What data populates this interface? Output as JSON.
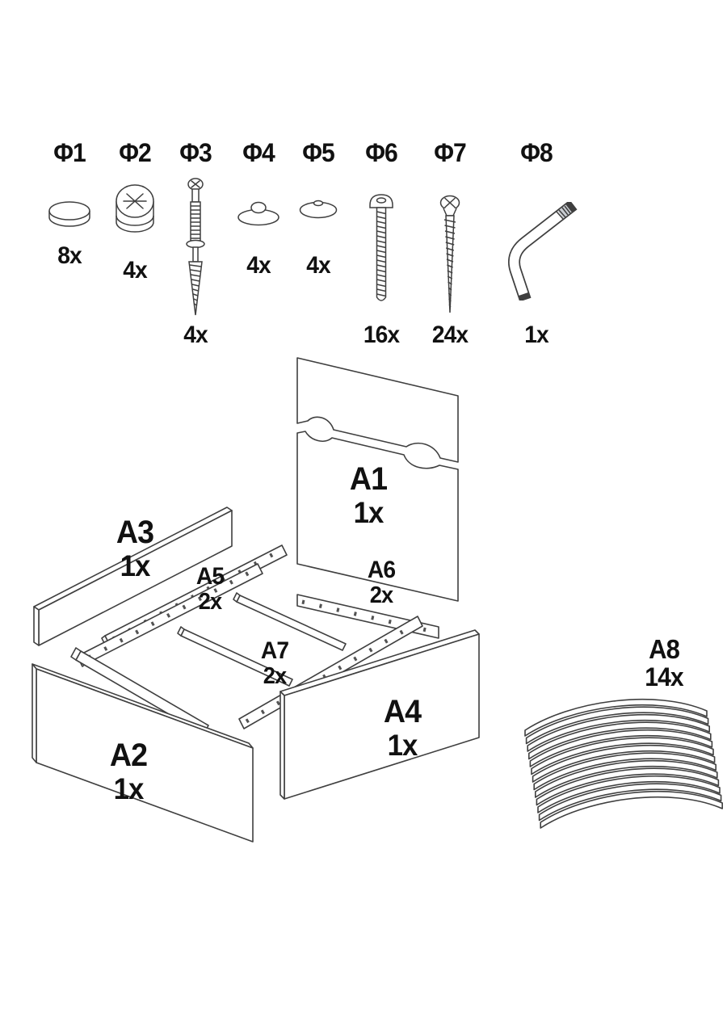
{
  "hardware": {
    "items": [
      {
        "id": "Φ1",
        "qty": "8x",
        "icon": "plastic-cap-icon"
      },
      {
        "id": "Φ2",
        "qty": "4x",
        "icon": "cam-lock-icon"
      },
      {
        "id": "Φ3",
        "qty": "4x",
        "icon": "cam-bolt-icon"
      },
      {
        "id": "Φ4",
        "qty": "4x",
        "icon": "cover-cap-icon"
      },
      {
        "id": "Φ5",
        "qty": "4x",
        "icon": "cover-cap-small-icon"
      },
      {
        "id": "Φ6",
        "qty": "16x",
        "icon": "connecting-bolt-icon"
      },
      {
        "id": "Φ7",
        "qty": "24x",
        "icon": "wood-screw-icon"
      },
      {
        "id": "Φ8",
        "qty": "1x",
        "icon": "allen-key-icon"
      }
    ]
  },
  "parts": {
    "items": [
      {
        "id": "A1",
        "qty": "1x"
      },
      {
        "id": "A2",
        "qty": "1x"
      },
      {
        "id": "A3",
        "qty": "1x"
      },
      {
        "id": "A4",
        "qty": "1x"
      },
      {
        "id": "A5",
        "qty": "2x"
      },
      {
        "id": "A6",
        "qty": "2x"
      },
      {
        "id": "A7",
        "qty": "2x"
      },
      {
        "id": "A8",
        "qty": "14x"
      }
    ]
  },
  "colors": {
    "line": "#3f3f3f",
    "text": "#111111",
    "gray_fill": "#c9cdd2"
  }
}
